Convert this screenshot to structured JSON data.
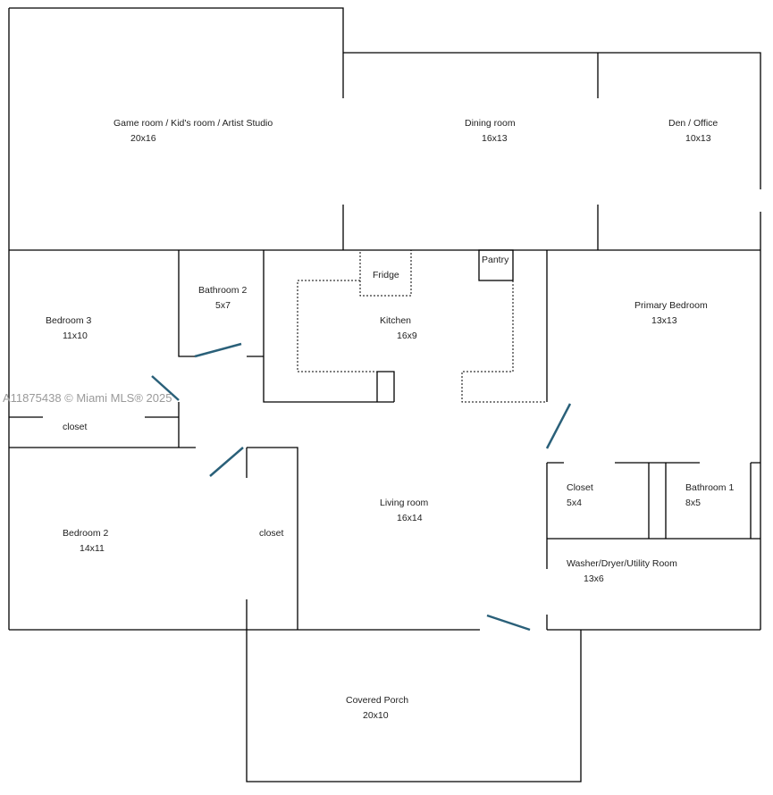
{
  "rooms": {
    "game_room": {
      "name": "Game room / Kid's room / Artist Studio",
      "size": "20x16"
    },
    "dining_room": {
      "name": "Dining room",
      "size": "16x13"
    },
    "den": {
      "name": "Den / Office",
      "size": "10x13"
    },
    "bathroom2": {
      "name": "Bathroom 2",
      "size": "5x7"
    },
    "bedroom3": {
      "name": "Bedroom 3",
      "size": "11x10"
    },
    "fridge": {
      "name": "Fridge"
    },
    "pantry": {
      "name": "Pantry"
    },
    "kitchen": {
      "name": "Kitchen",
      "size": "16x9"
    },
    "primary_bedroom": {
      "name": "Primary Bedroom",
      "size": "13x13"
    },
    "closet_b3": {
      "name": "closet"
    },
    "bedroom2": {
      "name": "Bedroom 2",
      "size": "14x11"
    },
    "closet_b2": {
      "name": "closet"
    },
    "living_room": {
      "name": "Living room",
      "size": "16x14"
    },
    "closet_primary": {
      "name": "Closet",
      "size": "5x4"
    },
    "bathroom1": {
      "name": "Bathroom 1",
      "size": "8x5"
    },
    "utility": {
      "name": "Washer/Dryer/Utility Room",
      "size": "13x6"
    },
    "porch": {
      "name": "Covered Porch",
      "size": "20x10"
    }
  },
  "watermark": "A11875438 © Miami MLS® 2025",
  "colors": {
    "door": "#2a6079",
    "wall": "#000000"
  }
}
